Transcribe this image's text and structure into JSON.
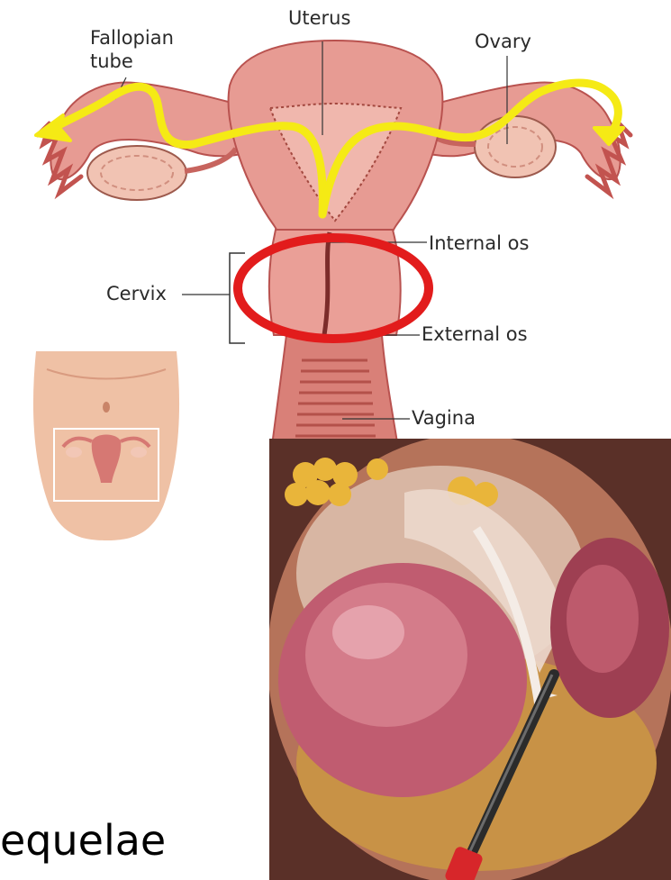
{
  "labels": {
    "fallopian_tube_line1": "Fallopian",
    "fallopian_tube_line2": "tube",
    "uterus": "Uterus",
    "ovary": "Ovary",
    "internal_os": "Internal os",
    "cervix": "Cervix",
    "external_os": "External os",
    "vagina": "Vagina"
  },
  "caption": "equelae",
  "colors": {
    "arrow": "#f5ea15",
    "highlight_ring": "#e21c1c",
    "tissue": "#e79b93",
    "tissue_dark": "#b9524f",
    "label_text": "#2a2a2a"
  },
  "icons": {
    "flow_arrow": "arrow-path",
    "highlight": "ellipse-ring"
  }
}
